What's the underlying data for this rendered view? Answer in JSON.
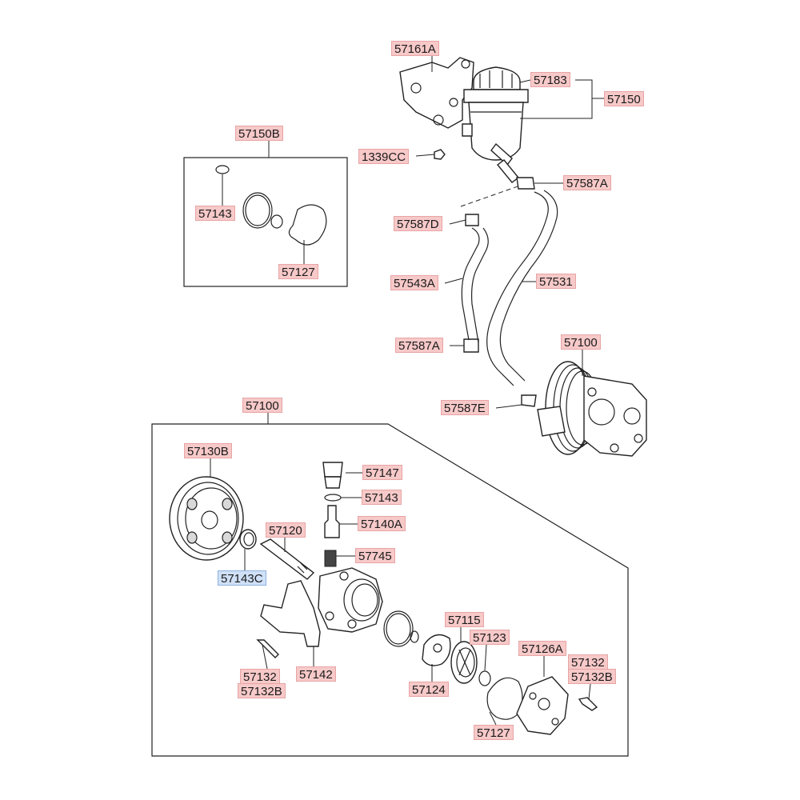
{
  "labels": {
    "l57161A": "57161A",
    "l57183": "57183",
    "l57150": "57150",
    "l57150B": "57150B",
    "l1339CC": "1339CC",
    "l57587A_top": "57587A",
    "l57143_kit": "57143",
    "l57587D": "57587D",
    "l57127_kit": "57127",
    "l57543A": "57543A",
    "l57531": "57531",
    "l57587A_low": "57587A",
    "l57100_pump": "57100",
    "l57587E": "57587E",
    "l57100_box": "57100",
    "l57130B": "57130B",
    "l57147": "57147",
    "l57143_valve": "57143",
    "l57120": "57120",
    "l57140A": "57140A",
    "l57745": "57745",
    "l57143C": "57143C",
    "l57115": "57115",
    "l57123": "57123",
    "l57126A": "57126A",
    "l57132_right": "57132",
    "l57132B_right": "57132B",
    "l57132_left": "57132",
    "l57132B_left": "57132B",
    "l57142": "57142",
    "l57124": "57124",
    "l57127_bottom": "57127"
  },
  "highlight_colors": {
    "part_label": "#f7c9c9",
    "selected_label": "#cfe0f7"
  }
}
